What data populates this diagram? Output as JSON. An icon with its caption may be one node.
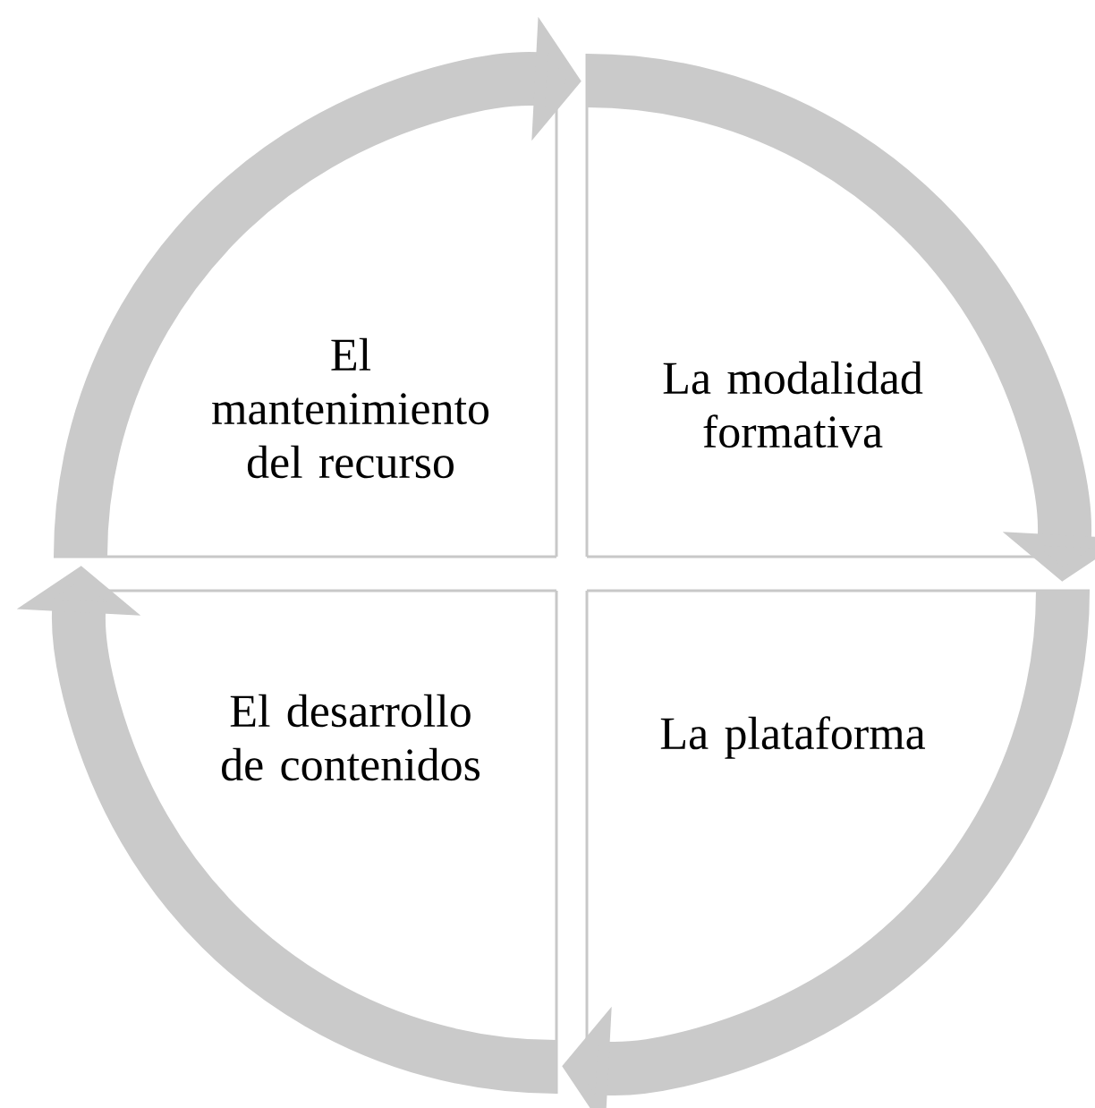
{
  "diagram": {
    "nodes": [
      {
        "text": [
          "El mantenimiento del recurso"
        ]
      },
      {
        "text": [
          "La modalidad formativa"
        ]
      },
      {
        "text": [
          "El desarrollo de contenidos"
        ]
      },
      {
        "text": [
          "La plataforma"
        ]
      }
    ],
    "edges": [
      {
        "from": 0,
        "to": 1,
        "arrow": "to"
      },
      {
        "from": 1,
        "to": 3,
        "arrow": "to"
      },
      {
        "from": 3,
        "to": 2,
        "arrow": "to"
      },
      {
        "from": 2,
        "to": 0,
        "arrow": "to"
      }
    ]
  }
}
